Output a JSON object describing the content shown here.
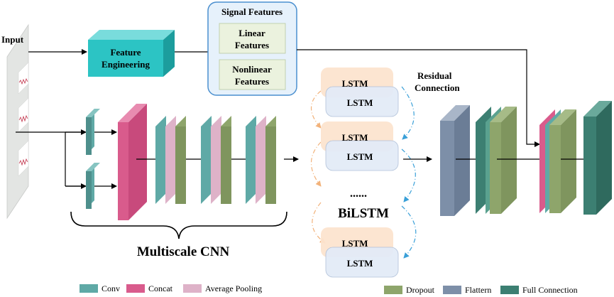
{
  "labels": {
    "input": "Input",
    "feature_engineering_line1": "Feature",
    "feature_engineering_line2": "Engineering",
    "signal_features": "Signal Features",
    "linear_line1": "Linear",
    "linear_line2": "Features",
    "nonlinear_line1": "Nonlinear",
    "nonlinear_line2": "Features",
    "residual_line1": "Residual",
    "residual_line2": "Connection",
    "lstm": "LSTM",
    "ellipsis": "......",
    "bilstm": "BiLSTM",
    "multiscale_cnn": "Multiscale CNN"
  },
  "legend": [
    {
      "label": "Conv",
      "color": "#5fa9a6"
    },
    {
      "label": "Concat",
      "color": "#d95b8c"
    },
    {
      "label": "Average Pooling",
      "color": "#deb2c8"
    },
    {
      "label": "Dropout",
      "color": "#8ea56b"
    },
    {
      "label": "Flattern",
      "color": "#7d8fa8"
    },
    {
      "label": "Full Connection",
      "color": "#3c7f72"
    }
  ],
  "colors": {
    "conv": "#5fa9a6",
    "concat": "#d95b8c",
    "avg_pool": "#deb2c8",
    "dropout": "#8ea56b",
    "flatten": "#7d8fa8",
    "full_connection": "#3c7f72",
    "feature_engineering": "#2cc4c4",
    "signal_box_border": "#4a8fcf",
    "signal_box_fill": "#e6f1fb",
    "inner_box_fill": "#ebf2de",
    "lstm_forward": "#fce4cf",
    "lstm_backward": "#e3ebf7",
    "arrow_orange": "#f2b27a",
    "arrow_blue": "#3aa0d8"
  }
}
